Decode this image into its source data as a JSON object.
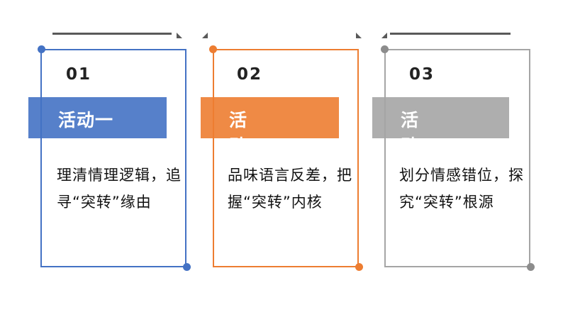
{
  "colors": {
    "blue": "#4472c4",
    "orange": "#ed7d31",
    "gray": "#a5a5a5",
    "line": "#595959"
  },
  "cards": [
    {
      "number": "01",
      "title": "活动一",
      "description": "理清情理逻辑，追寻“突转”缘由"
    },
    {
      "number": "02",
      "title": "活动二",
      "description": "品味语言反差，把握“突转”内核"
    },
    {
      "number": "03",
      "title": "活动三",
      "description": "划分情感错位，探究“突转”根源"
    }
  ]
}
